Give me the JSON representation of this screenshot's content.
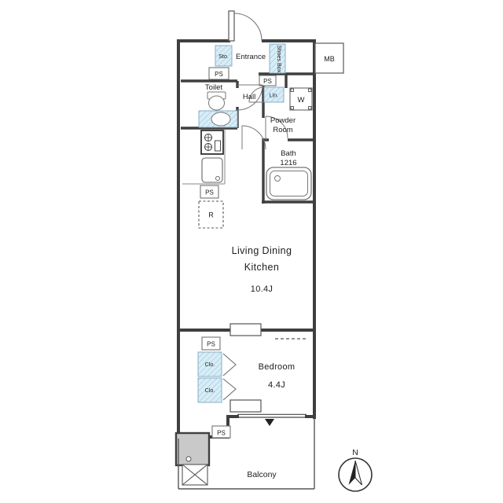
{
  "labels": {
    "mb": "MB",
    "sto": "Sto.",
    "entrance": "Entrance",
    "shoes_box": "Shoes Box",
    "ps": "PS",
    "lin": "Lin.",
    "toilet": "Toilet",
    "hall": "Hall",
    "w": "W",
    "powder_line1": "Powder",
    "powder_line2": "Room",
    "bath_line1": "Bath",
    "bath_line2": "1216",
    "r": "R",
    "ldk_line1": "Living Dining",
    "ldk_line2": "Kitchen",
    "ldk_size": "10.4J",
    "bedroom": "Bedroom",
    "bedroom_size": "4.4J",
    "clo": "Clo.",
    "balcony": "Balcony",
    "north": "N"
  },
  "colors": {
    "wall": "#3f3f3f",
    "thin_line": "#666666",
    "fixture_fill": "#d9edf7",
    "fixture_hatch": "#a8cfe0",
    "fixture_stroke": "#7fa9c0",
    "column_fill": "#c9c9c9",
    "text": "#1c1c1c"
  }
}
